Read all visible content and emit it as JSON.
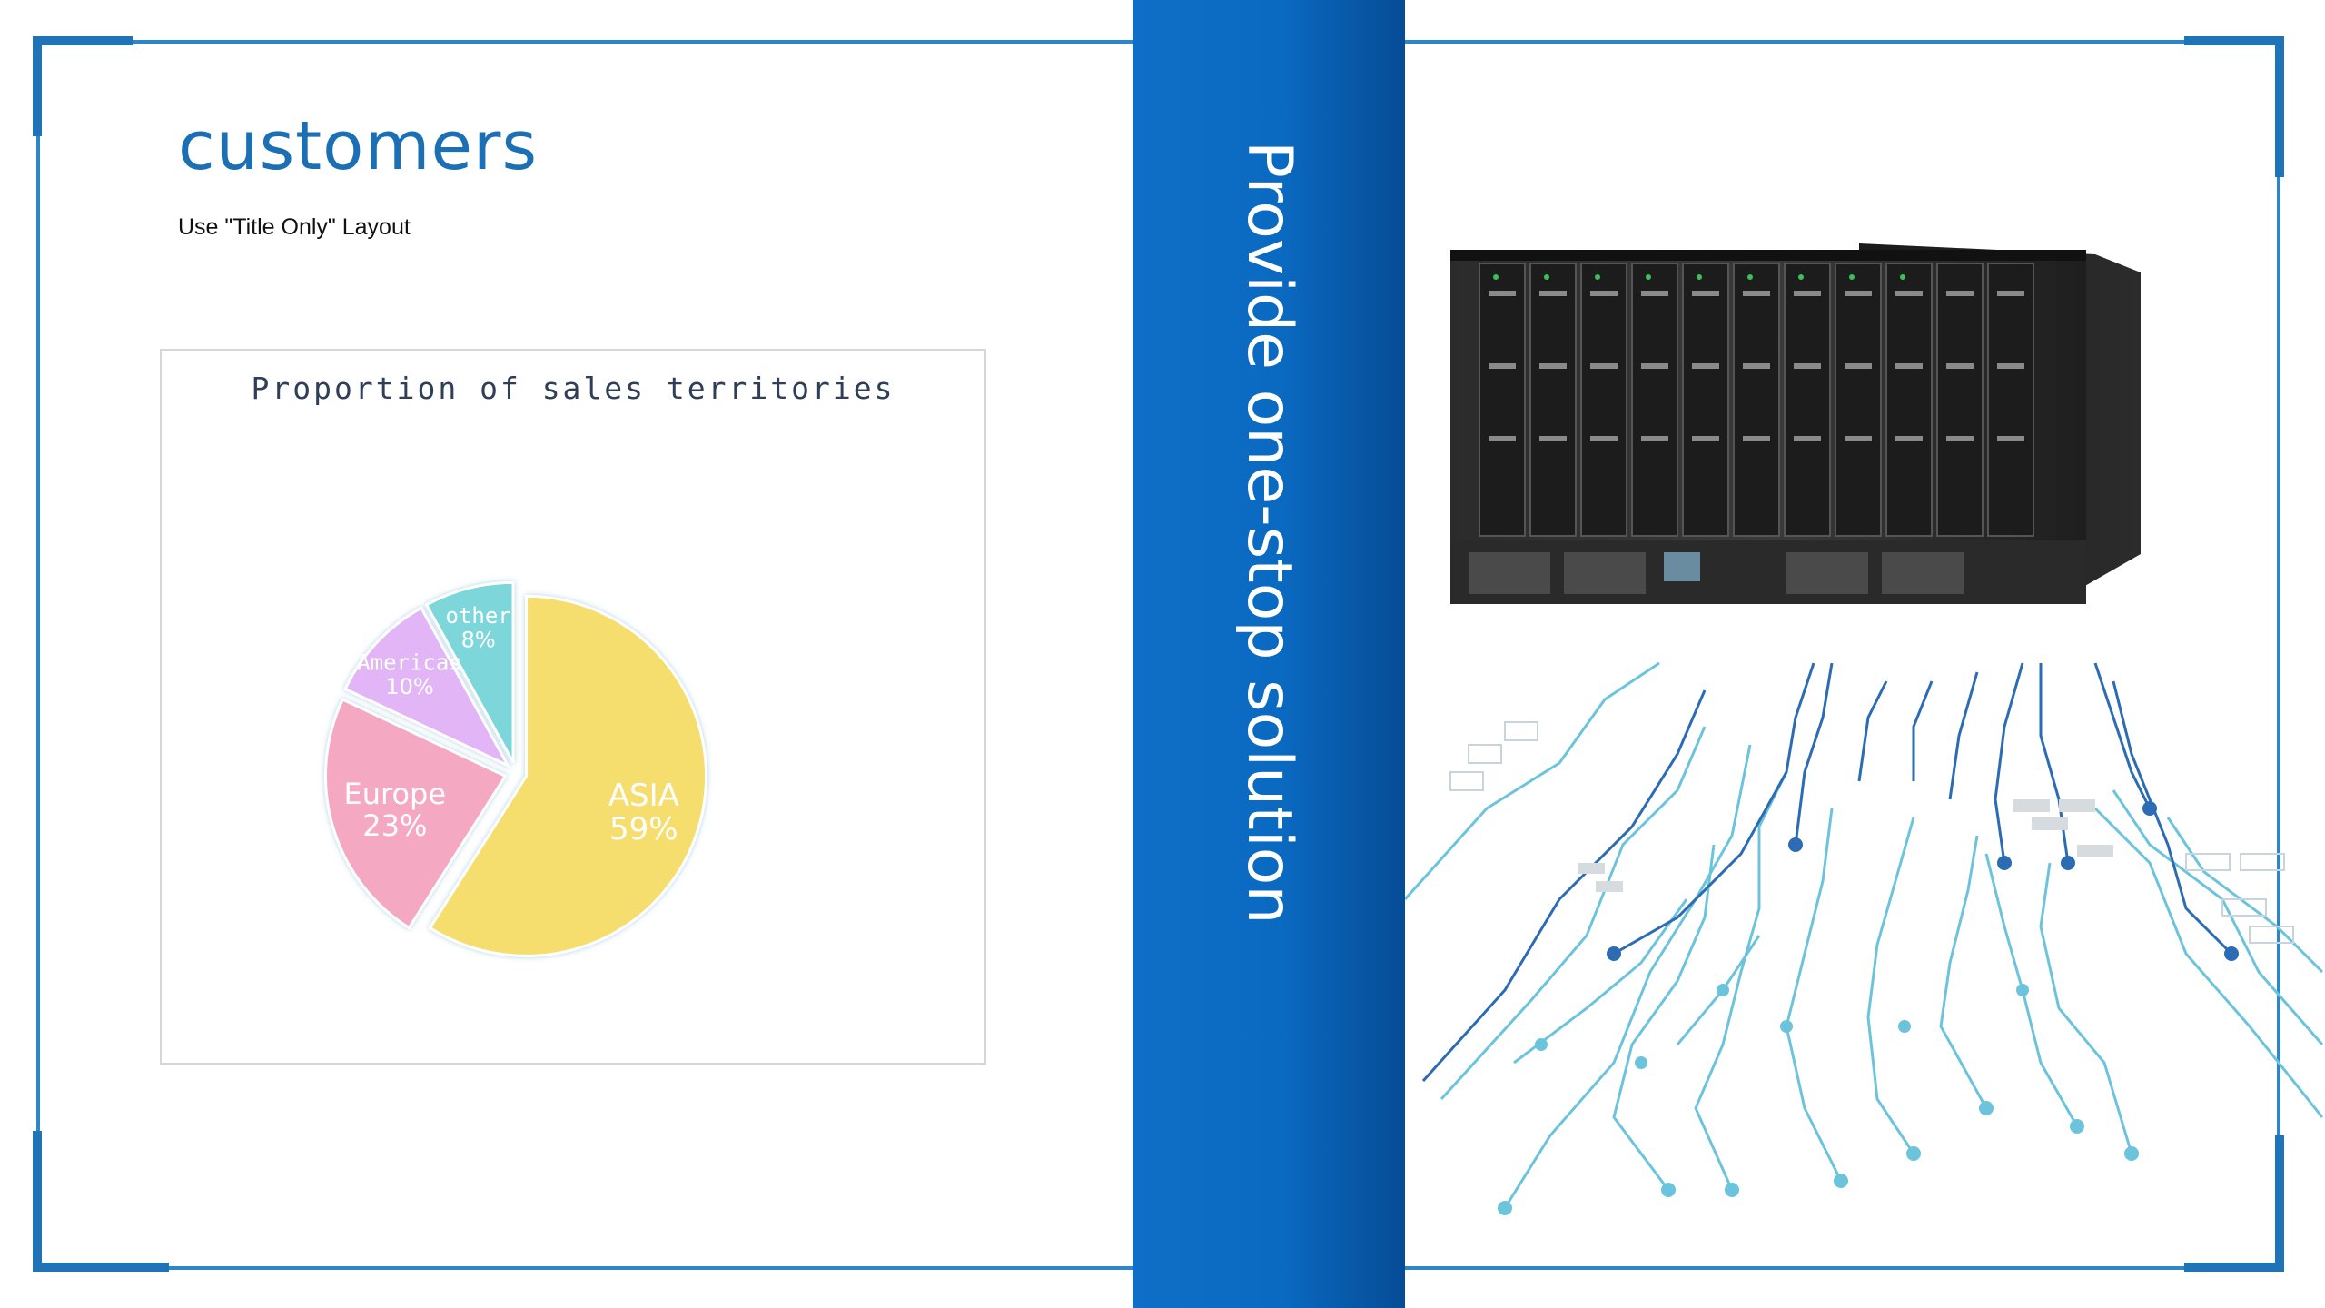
{
  "slide": {
    "title": "customers",
    "subtitle": "Use \"Title Only\" Layout",
    "band_text": "Provide one-stop solution"
  },
  "colors": {
    "accent": "#1b6fb5",
    "band": "#0a69c0",
    "frame": "#2e86c8"
  },
  "hero_image": {
    "icon": "blade-server-circuit-illustration"
  },
  "chart_data": {
    "type": "pie",
    "title": "Proportion of sales territories",
    "slices": [
      {
        "label": "ASIA",
        "value": 59,
        "display": "59%",
        "color": "#f5dd6e"
      },
      {
        "label": "Europe",
        "value": 23,
        "display": "23%",
        "color": "#f5a8c2"
      },
      {
        "label": "Americas",
        "value": 10,
        "display": "10%",
        "color": "#e2b6f6"
      },
      {
        "label": "other",
        "value": 8,
        "display": "8%",
        "color": "#7dd6da"
      }
    ]
  }
}
